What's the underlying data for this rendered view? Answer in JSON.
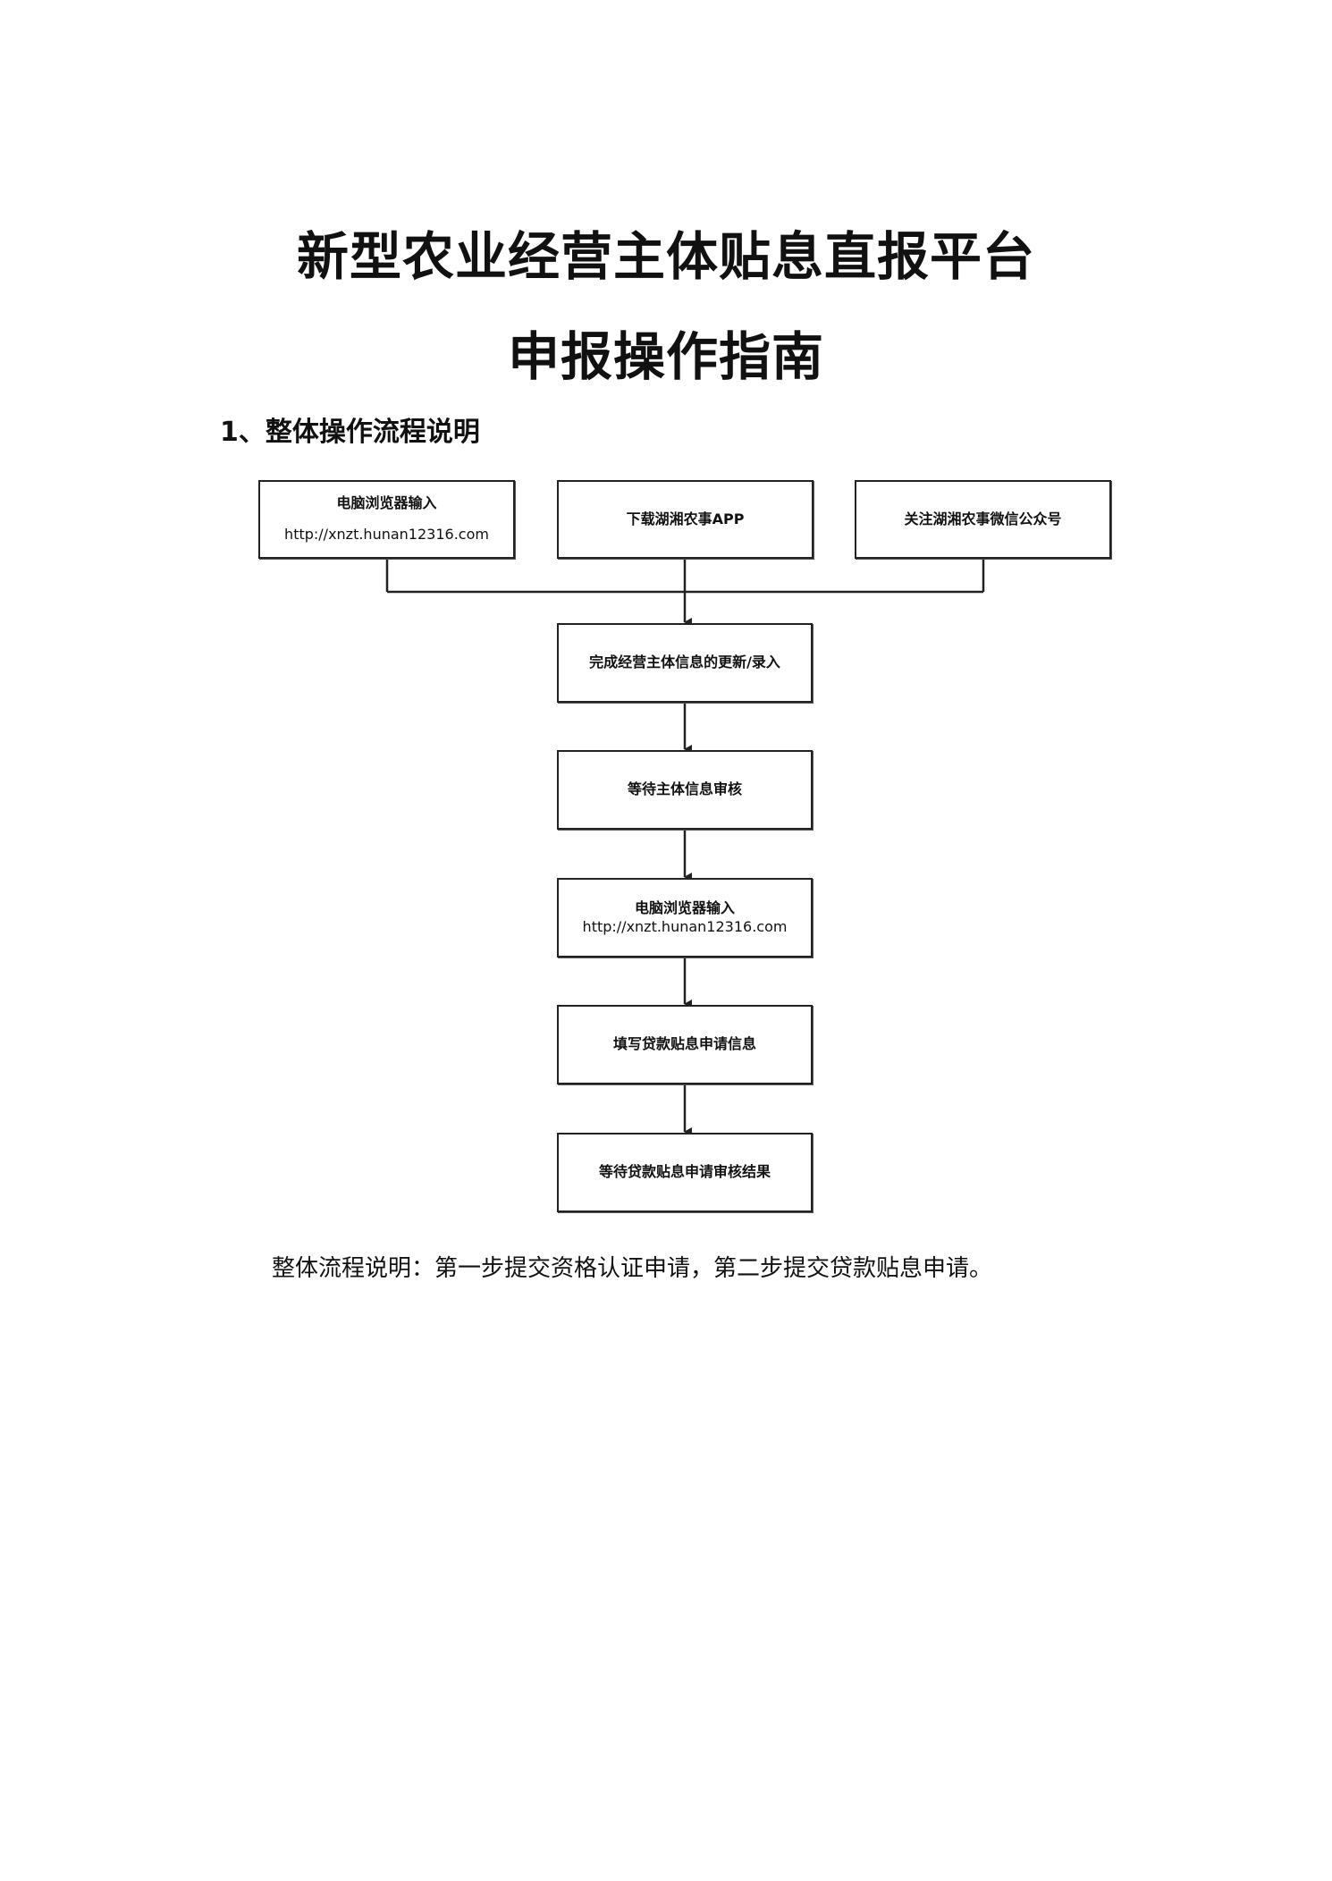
{
  "title_line1": "新型农业经营主体贴息直报平台",
  "title_line2": "申报操作指南",
  "section_heading": "1、整体操作流程说明",
  "flow": {
    "entry_boxes": [
      {
        "line1": "电脑浏览器输入",
        "line2": "http://xnzt.hunan12316.com"
      },
      {
        "line1": "下载湖湘农事APP"
      },
      {
        "line1": "关注湖湘农事微信公众号"
      }
    ],
    "steps": [
      {
        "line1": "完成经营主体信息的更新/录入"
      },
      {
        "line1": "等待主体信息审核"
      },
      {
        "line1": "电脑浏览器输入",
        "line2": "http://xnzt.hunan12316.com"
      },
      {
        "line1": "填写贷款贴息申请信息"
      },
      {
        "line1": "等待贷款贴息申请审核结果"
      }
    ]
  },
  "description": "整体流程说明：第一步提交资格认证申请，第二步提交贷款贴息申请。"
}
